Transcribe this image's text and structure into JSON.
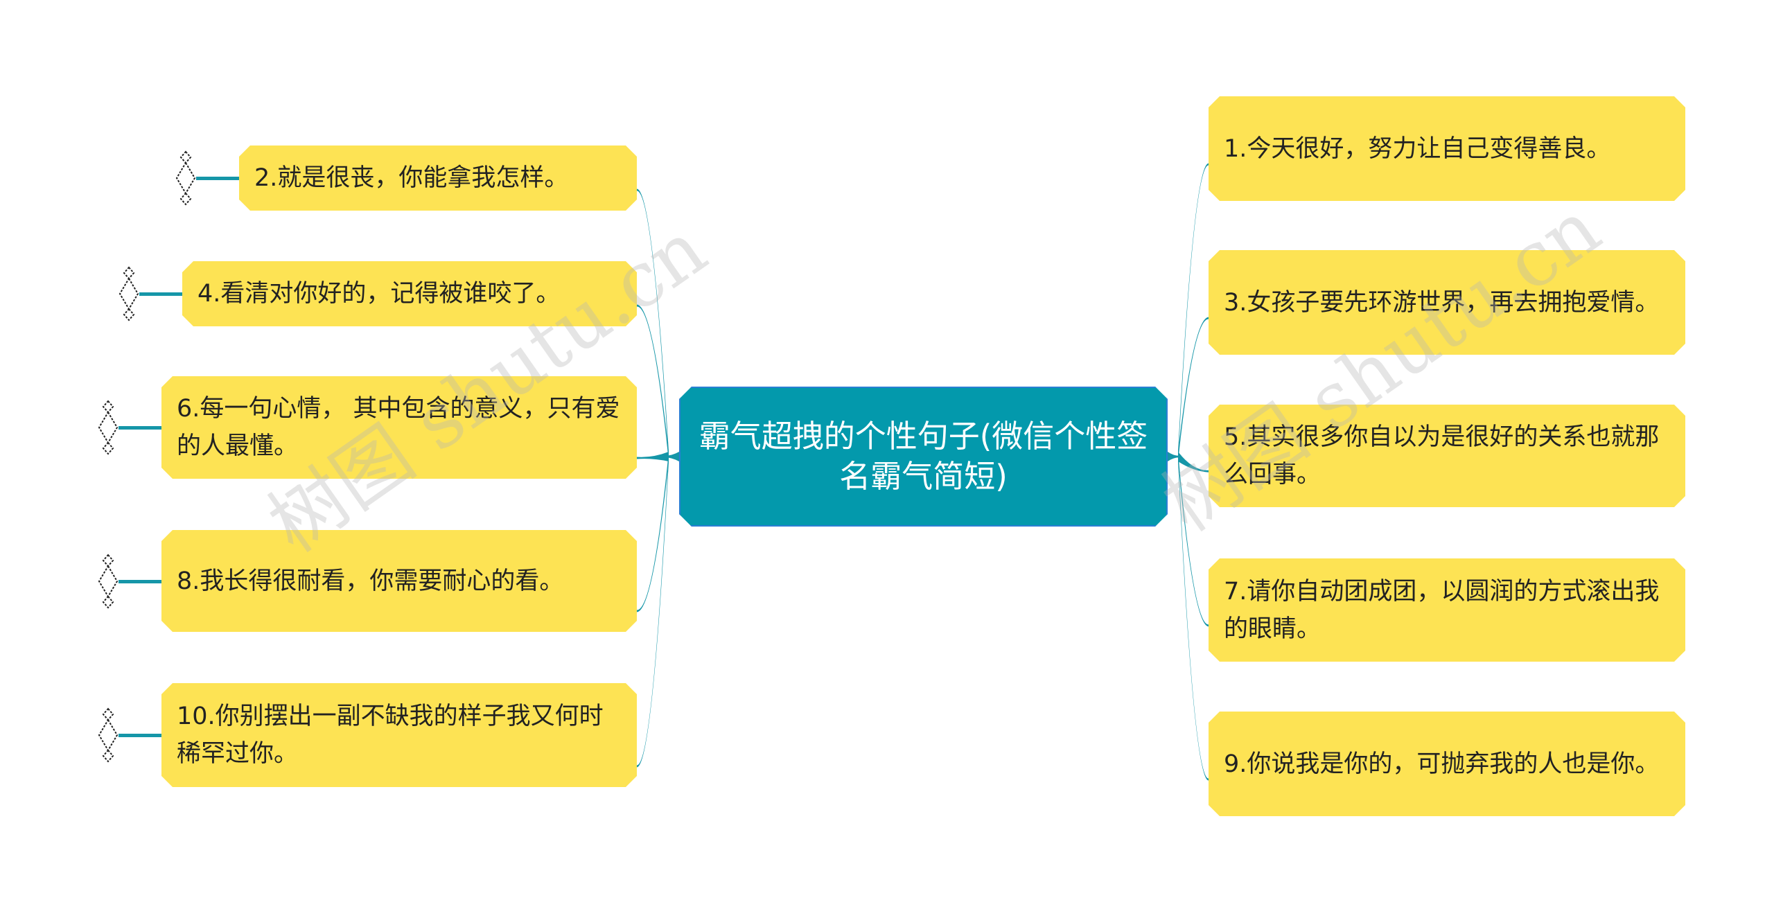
{
  "center": {
    "title": "霸气超拽的个性句子(微信个性签名霸气简短)"
  },
  "left_nodes": [
    {
      "text": "2.就是很丧，你能拿我怎样。"
    },
    {
      "text": "4.看清对你好的，记得被谁咬了。"
    },
    {
      "text": "6.每一句心情， 其中包含的意义，只有爱的人最懂。"
    },
    {
      "text": "8.我长得很耐看，你需要耐心的看。"
    },
    {
      "text": "10.你别摆出一副不缺我的样子我又何时稀罕过你。"
    }
  ],
  "right_nodes": [
    {
      "text": "1.今天很好，努力让自己变得善良。"
    },
    {
      "text": "3.女孩子要先环游世界，再去拥抱爱情。"
    },
    {
      "text": "5.其实很多你自以为是很好的关系也就那么回事。"
    },
    {
      "text": "7.请你自动团成团，以圆润的方式滚出我的眼睛。"
    },
    {
      "text": "9.你说我是你的，可抛弃我的人也是你。"
    }
  ],
  "watermark": "树图 shutu.cn",
  "colors": {
    "center": "#0399ac",
    "branch": "#1596a8",
    "node": "#fde354"
  }
}
